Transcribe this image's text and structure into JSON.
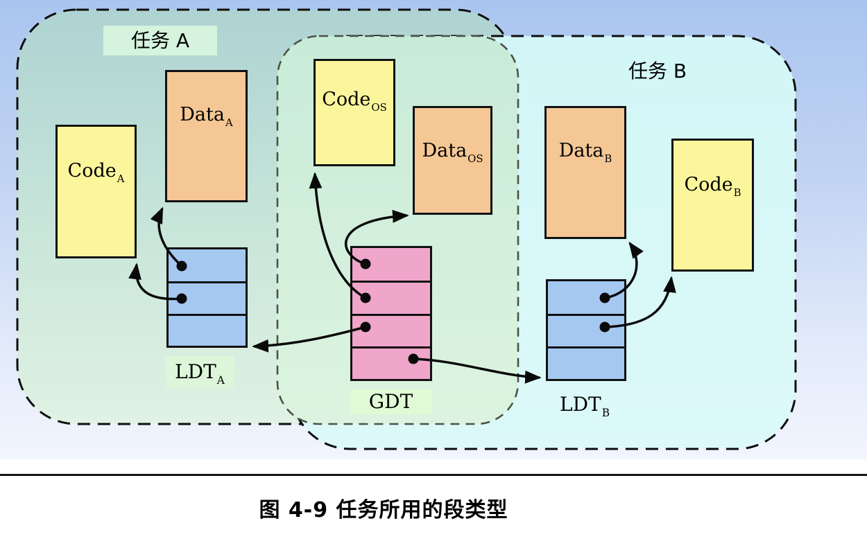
{
  "figure": {
    "caption": "图 4-9 任务所用的段类型"
  },
  "regions": {
    "task_a": {
      "label": "任务 A"
    },
    "task_b": {
      "label": "任务 B"
    }
  },
  "segments": {
    "code_a": {
      "base": "Code",
      "sub": "A"
    },
    "data_a": {
      "base": "Data",
      "sub": "A"
    },
    "code_os": {
      "base": "Code",
      "sub": "OS"
    },
    "data_os": {
      "base": "Data",
      "sub": "OS"
    },
    "data_b": {
      "base": "Data",
      "sub": "B"
    },
    "code_b": {
      "base": "Code",
      "sub": "B"
    }
  },
  "tables": {
    "ldt_a": {
      "base": "LDT",
      "sub": "A",
      "rows": 3
    },
    "gdt": {
      "base": "GDT",
      "sub": "",
      "rows": 4
    },
    "ldt_b": {
      "base": "LDT",
      "sub": "B",
      "rows": 3
    }
  },
  "colors": {
    "page_bg_top": "#a9c5ef",
    "page_bg_bottom": "#f2f5fe",
    "task_a_fill_top": "#aed3d2",
    "task_a_fill_bottom": "#e0f2e3",
    "middle_fill_top": "#c8ebd8",
    "middle_fill_bottom": "#dcf4df",
    "task_b_fill": "#d4f7f8",
    "code_fill": "#fbf69c",
    "data_fill": "#f4c795",
    "ldt_fill": "#a5c8f1",
    "gdt_fill": "#f0a5cb",
    "label_green_bg": "#d5f3dd",
    "table_shadow": "#b3b3b3",
    "line_color": "#111111"
  }
}
